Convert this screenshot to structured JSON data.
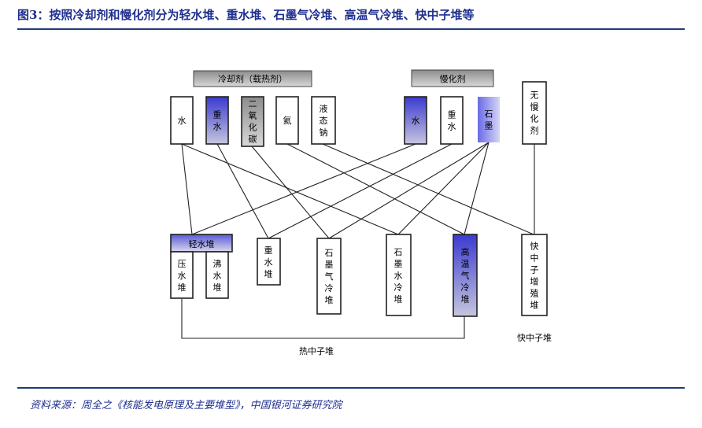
{
  "title": "图3：按照冷却剂和慢化剂分为轻水堆、重水堆、石墨气冷堆、高温气冷堆、快中子堆等",
  "source": "资料来源：周全之《核能发电原理及主要堆型》，中国银河证券研究院",
  "diagram": {
    "headers": {
      "coolant": "冷却剂（载热剂）",
      "moderator": "慢化剂"
    },
    "coolants": [
      "水",
      "重水",
      "二氧化碳",
      "氦",
      "液态钠"
    ],
    "moderators": [
      "水",
      "重水",
      "石墨"
    ],
    "no_moderator": "无慢化剂",
    "light_water": {
      "label": "轻水堆",
      "sub": [
        "压水堆",
        "沸水堆"
      ]
    },
    "reactors": [
      "重水堆",
      "石墨气冷堆",
      "石墨水冷堆",
      "高温气冷堆",
      "快中子增殖堆"
    ],
    "group_labels": {
      "thermal": "热中子堆",
      "fast": "快中子堆"
    }
  }
}
